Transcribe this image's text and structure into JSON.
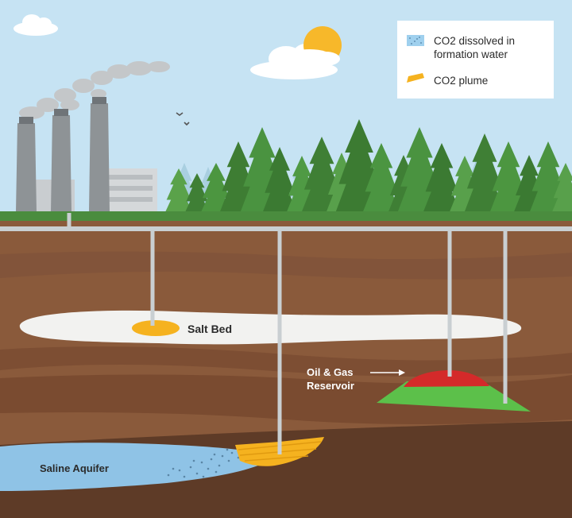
{
  "legend": {
    "dissolved_line1": "CO2 dissolved in",
    "dissolved_line2": "formation water",
    "plume": "CO2 plume"
  },
  "labels": {
    "salt_bed": "Salt Bed",
    "reservoir_line1": "Oil & Gas",
    "reservoir_line2": "Reservoir",
    "saline_aquifer": "Saline Aquifer"
  },
  "colors": {
    "sky": "#c6e3f3",
    "grass": "#4a8c3e",
    "soil_light": "#8a5a3b",
    "soil_mid": "#7a4b30",
    "soil_deep": "#5e3b27",
    "salt_bed": "#f2f2f0",
    "co2_plume": "#f5b21f",
    "oil_gas": "#d42a2a",
    "reservoir_base": "#5cc04a",
    "aquifer": "#8fc3e6",
    "pipe": "#c9cfd2"
  },
  "icons": [
    "factory-icon",
    "sun-icon",
    "cloud-icon",
    "bird-icon",
    "tree-icon"
  ]
}
